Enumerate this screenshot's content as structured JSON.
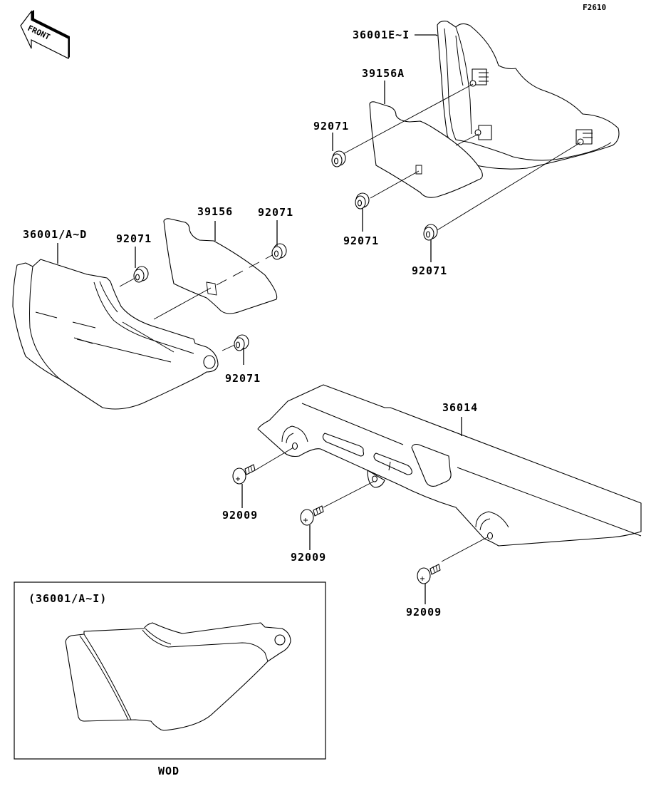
{
  "figure_id": "F2610",
  "front_indicator": {
    "label": "FRONT",
    "icon": "front-arrow-icon"
  },
  "callouts": {
    "side_cover_right": "36001E~I",
    "side_cover_right_inner": "39156A",
    "grommet_ur_1": "92071",
    "grommet_ur_2": "92071",
    "grommet_ur_3": "92071",
    "side_cover_left": "36001/A~D",
    "side_cover_left_inner": "39156",
    "grommet_l_1": "92071",
    "grommet_l_2": "92071",
    "grommet_l_3": "92071",
    "chain_cover": "36014",
    "screw_1": "92009",
    "screw_2": "92009",
    "screw_3": "92009"
  },
  "inset": {
    "title": "(36001/A~I)",
    "caption": "WOD"
  }
}
